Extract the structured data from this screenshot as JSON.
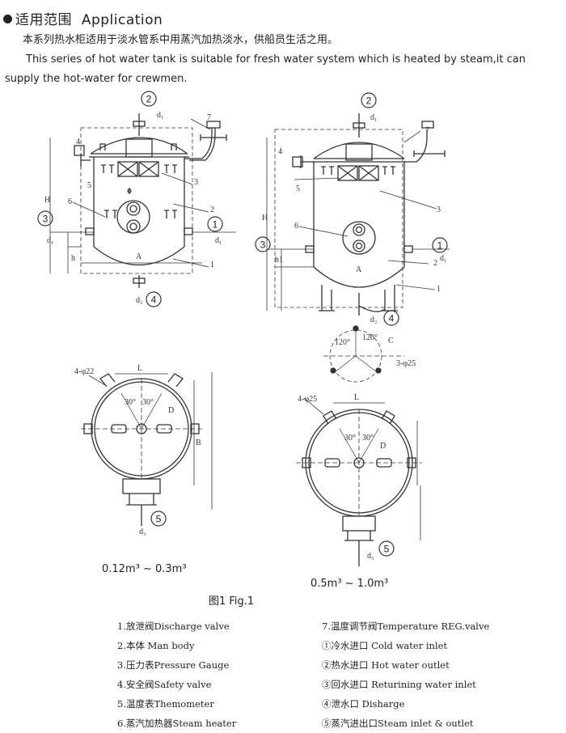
{
  "section": {
    "title_cn": "适用范围",
    "title_en": "Application",
    "desc_cn": "本系列热水柜适用于淡水管系中用蒸汽加热淡水，供船员生活之用。",
    "desc_en": "This series of hot water tank is suitable for fresh water system which is  heated by steam,it can supply the hot-water for crewmen."
  },
  "figure": {
    "caption": "图1 Fig.1",
    "small_range": "0.12m³ ~ 0.3m³",
    "large_range": "0.5m³ ~ 1.0m³",
    "labels": {
      "H": "H",
      "h": "h",
      "h1": "h1",
      "d1": "d₁",
      "d2": "d₂",
      "d3": "d₃",
      "A": "A",
      "L": "L",
      "D": "D",
      "B": "B",
      "C": "C",
      "bolt_small": "4-φ22",
      "bolt_large": "4-φ25",
      "bolt_base": "3-φ25",
      "angle30": "30°",
      "angle120": "120°",
      "n1": "1",
      "n2": "2",
      "n3": "3",
      "n4": "4",
      "n5": "5",
      "n6": "6",
      "n7": "7",
      "c1": "1",
      "c2": "2",
      "c3": "3",
      "c4": "4",
      "c5": "5"
    }
  },
  "legend": {
    "left": [
      "1.放泄阀Discharge valve",
      "2.本体 Man body",
      "3.压力表Pressure Gauge",
      "4.安全阀Safety valve",
      "5.温度表Themometer",
      "6.蒸汽加热器Steam heater"
    ],
    "right": [
      "7.温度调节阀Temperature REG.valve",
      "①冷水进口 Cold water inlet",
      "②热水进口 Hot water outlet",
      "③回水进口 Returining water inlet",
      "④泄水口 Disharge",
      "⑤蒸汽进出口Steam inlet & outlet"
    ]
  }
}
